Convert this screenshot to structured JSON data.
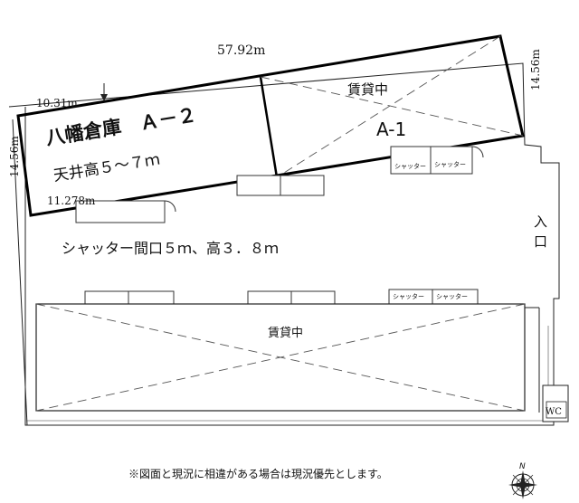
{
  "dims": {
    "top": "57.92m",
    "right": "14.56m",
    "left": "14.56m",
    "a2_top": "10.31m",
    "a2_bottom": "11.278m"
  },
  "units": {
    "a2_name": "八幡倉庫　Ａ－２",
    "a2_ceiling": "天井高５～７ｍ",
    "a1_status": "賃貸中",
    "a1_name": "A-1",
    "bottom_status": "賃貸中"
  },
  "shutters": {
    "label": "シャッター"
  },
  "notes": {
    "shutter_spec": "シャッター間口５ｍ、高３．８ｍ",
    "entrance_1": "入",
    "entrance_2": "口",
    "wc": "WC",
    "compass_n": "N",
    "disclaimer": "※図面と現況に相違がある場合は現況優先とします。"
  }
}
